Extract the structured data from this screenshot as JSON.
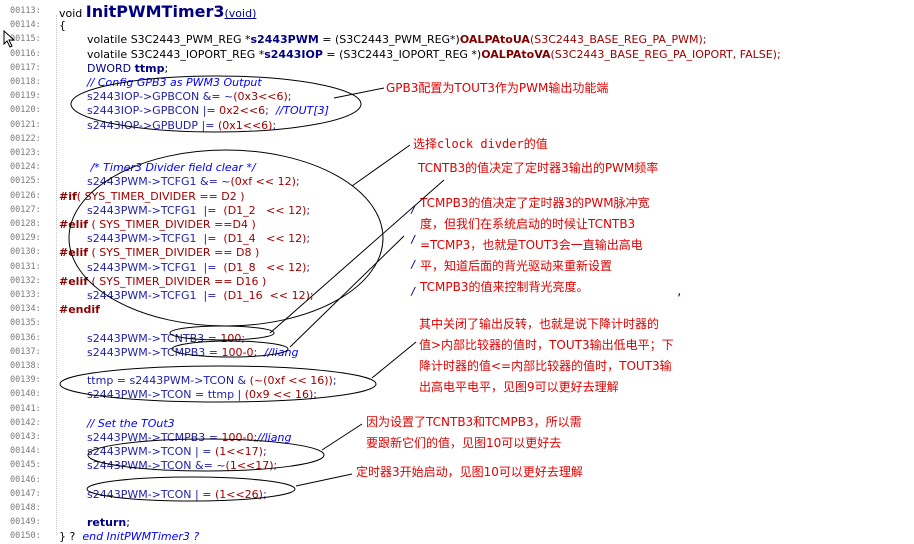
{
  "lines": [
    {
      "n": "00113:",
      "segs": [
        [
          "",
          "void "
        ],
        [
          "title",
          "InitPWMTimer3"
        ],
        [
          "args",
          "(void)"
        ]
      ]
    },
    {
      "n": "00114:",
      "segs": [
        [
          "",
          "{"
        ]
      ]
    },
    {
      "n": "00115:",
      "segs": [
        [
          "",
          "        volatile S3C2443_PWM_REG *"
        ],
        [
          "bold",
          "s2443PWM"
        ],
        [
          "",
          " = (S3C2443_PWM_REG*)"
        ],
        [
          "fn",
          "OALPAtoUA"
        ],
        [
          "macro",
          "(S3C2443_BASE_REG_PA_PWM);"
        ]
      ]
    },
    {
      "n": "00116:",
      "segs": [
        [
          "",
          "        volatile S3C2443_IOPORT_REG *"
        ],
        [
          "bold",
          "s2443IOP"
        ],
        [
          "",
          " = (S3C2443_IOPORT_REG *)"
        ],
        [
          "fn",
          "OALPAtoVA"
        ],
        [
          "macro",
          "(S3C2443_BASE_REG_PA_IOPORT, FALSE);"
        ]
      ]
    },
    {
      "n": "00117:",
      "segs": [
        [
          "kw",
          "        DWORD "
        ],
        [
          "bold",
          "ttmp"
        ],
        [
          "",
          ";"
        ]
      ]
    },
    {
      "n": "00118:",
      "segs": [
        [
          "cm",
          "        // Config GPB3 as PWM3 Output"
        ]
      ]
    },
    {
      "n": "00119:",
      "segs": [
        [
          "var",
          "        s2443IOP->GPBCON &= ~"
        ],
        [
          "num",
          "(0x3<<6)"
        ],
        [
          "var",
          ";"
        ]
      ]
    },
    {
      "n": "00120:",
      "segs": [
        [
          "var",
          "        s2443IOP->GPBCON |= "
        ],
        [
          "num",
          "0x2<<6"
        ],
        [
          "var",
          ";  "
        ],
        [
          "cm",
          "//TOUT[3]"
        ]
      ]
    },
    {
      "n": "00121:",
      "segs": [
        [
          "var",
          "        s2443IOP->GPBUDP |= "
        ],
        [
          "num",
          "(0x1<<6)"
        ],
        [
          "var",
          ";"
        ]
      ]
    },
    {
      "n": "00122:",
      "segs": [
        [
          "",
          ""
        ]
      ]
    },
    {
      "n": "00123:",
      "segs": [
        [
          "",
          ""
        ]
      ]
    },
    {
      "n": "00124:",
      "segs": [
        [
          "cm",
          "         /* Timer3 Divider field clear */"
        ]
      ]
    },
    {
      "n": "00125:",
      "segs": [
        [
          "var",
          "        s2443PWM->TCFG1 &= ~"
        ],
        [
          "num",
          "(0xf << 12)"
        ],
        [
          "var",
          ";"
        ]
      ]
    },
    {
      "n": "00126:",
      "segs": [
        [
          "pp",
          "#if"
        ],
        [
          "macro",
          "( SYS_TIMER_DIVIDER == D2 )"
        ]
      ]
    },
    {
      "n": "00127:",
      "segs": [
        [
          "var",
          "        s2443PWM->TCFG1  |=  "
        ],
        [
          "num",
          "(D1_2   << 12)"
        ],
        [
          "var",
          ";"
        ]
      ]
    },
    {
      "n": "00128:",
      "segs": [
        [
          "pp",
          "#elif"
        ],
        [
          "macro",
          " ( SYS_TIMER_DIVIDER ==D4 )"
        ]
      ]
    },
    {
      "n": "00129:",
      "segs": [
        [
          "var",
          "        s2443PWM->TCFG1  |=  "
        ],
        [
          "num",
          "(D1_4   << 12)"
        ],
        [
          "var",
          ";"
        ]
      ]
    },
    {
      "n": "00130:",
      "segs": [
        [
          "pp",
          "#elif"
        ],
        [
          "macro",
          " ( SYS_TIMER_DIVIDER == D8 )"
        ]
      ]
    },
    {
      "n": "00131:",
      "segs": [
        [
          "var",
          "        s2443PWM->TCFG1  |=  "
        ],
        [
          "num",
          "(D1_8   << 12)"
        ],
        [
          "var",
          ";"
        ]
      ]
    },
    {
      "n": "00132:",
      "segs": [
        [
          "pp",
          "#elif"
        ],
        [
          "macro",
          " ( SYS_TIMER_DIVIDER == D16 )"
        ]
      ]
    },
    {
      "n": "00133:",
      "segs": [
        [
          "var",
          "        s2443PWM->TCFG1  |=  "
        ],
        [
          "num",
          "(D1_16  << 12)"
        ],
        [
          "var",
          ";"
        ]
      ]
    },
    {
      "n": "00134:",
      "segs": [
        [
          "pp",
          "#endif"
        ]
      ]
    },
    {
      "n": "00135:",
      "segs": [
        [
          "",
          ""
        ]
      ]
    },
    {
      "n": "00136:",
      "segs": [
        [
          "var",
          "        s2443PWM->TCNTB3 = "
        ],
        [
          "num",
          "100"
        ],
        [
          "var",
          ";"
        ]
      ]
    },
    {
      "n": "00137:",
      "segs": [
        [
          "var",
          "        s2443PWM->TCMPB3 = "
        ],
        [
          "num",
          "100-0"
        ],
        [
          "var",
          ";  "
        ],
        [
          "cm",
          "//liang"
        ]
      ]
    },
    {
      "n": "00138:",
      "segs": [
        [
          "",
          ""
        ]
      ]
    },
    {
      "n": "00139:",
      "segs": [
        [
          "var",
          "        ttmp = s2443PWM->TCON & "
        ],
        [
          "num",
          "(~(0xf << 16))"
        ],
        [
          "var",
          ";"
        ]
      ]
    },
    {
      "n": "00140:",
      "segs": [
        [
          "var",
          "        s2443PWM->TCON = ttmp | "
        ],
        [
          "num",
          "(0x9 << 16)"
        ],
        [
          "var",
          ";"
        ]
      ]
    },
    {
      "n": "00141:",
      "segs": [
        [
          "",
          ""
        ]
      ]
    },
    {
      "n": "00142:",
      "segs": [
        [
          "cm",
          "        // Set the TOut3"
        ]
      ]
    },
    {
      "n": "00143:",
      "segs": [
        [
          "var",
          "        s2443PWM->TCMPB3 = "
        ],
        [
          "num",
          "100-0"
        ],
        [
          "var",
          ";"
        ],
        [
          "cm",
          "//liang"
        ]
      ]
    },
    {
      "n": "00144:",
      "segs": [
        [
          "var",
          "        s2443PWM->TCON | = "
        ],
        [
          "num",
          "(1<<17)"
        ],
        [
          "var",
          ";"
        ]
      ]
    },
    {
      "n": "00145:",
      "segs": [
        [
          "var",
          "        s2443PWM->TCON &= ~"
        ],
        [
          "num",
          "(1<<17)"
        ],
        [
          "var",
          ";"
        ]
      ]
    },
    {
      "n": "00146:",
      "segs": [
        [
          "",
          ""
        ]
      ]
    },
    {
      "n": "00147:",
      "segs": [
        [
          "var",
          "        s2443PWM->TCON | = "
        ],
        [
          "num",
          "(1<<26)"
        ],
        [
          "var",
          ";"
        ]
      ]
    },
    {
      "n": "00148:",
      "segs": [
        [
          "",
          ""
        ]
      ]
    },
    {
      "n": "00149:",
      "segs": [
        [
          "kw",
          "        "
        ],
        [
          "bold",
          "return"
        ],
        [
          "",
          ";"
        ]
      ]
    },
    {
      "n": "00150:",
      "segs": [
        [
          "",
          "} ?  "
        ],
        [
          "cm",
          "end InitPWMTimer3 ?"
        ]
      ]
    }
  ],
  "notes": {
    "gpb3": "GPB3配置为TOUT3作为PWM输出功能端",
    "clock_divider": "选择clock divder的值",
    "tcntb3": "TCNTB3的值决定了定时器3输出的PWM频率",
    "tcmpb3": [
      "TCMPB3的值决定了定时器3的PWM脉冲宽",
      "度，但我们在系统启动的时候让TCNTB3",
      "=TCMP3，也就是TOUT3会一直输出高电",
      "平，知道后面的背光驱动来重新设置",
      "TCMPB3的值来控制背光亮度。"
    ],
    "inverter": [
      "其中关闭了输出反转，也就是说下降计时器的",
      "值>内部比较器的值时，TOUT3输出低电平；下",
      "降计时器的值<=内部比较器的值时，TOUT3输",
      "出高电平电平，见图9可以更好去理解"
    ],
    "update": [
      "因为设置了TCNTB3和TCMPB3，所以需",
      "要跟新它们的值，见图10可以更好去"
    ],
    "start": "定时器3开始启动，见图10可以更好去理解"
  },
  "colors": {
    "annotation": "#e00000",
    "keyword": "#000080",
    "linenumber": "#7a7a7a"
  },
  "icons": {
    "cursor": "mouse-pointer-icon"
  }
}
